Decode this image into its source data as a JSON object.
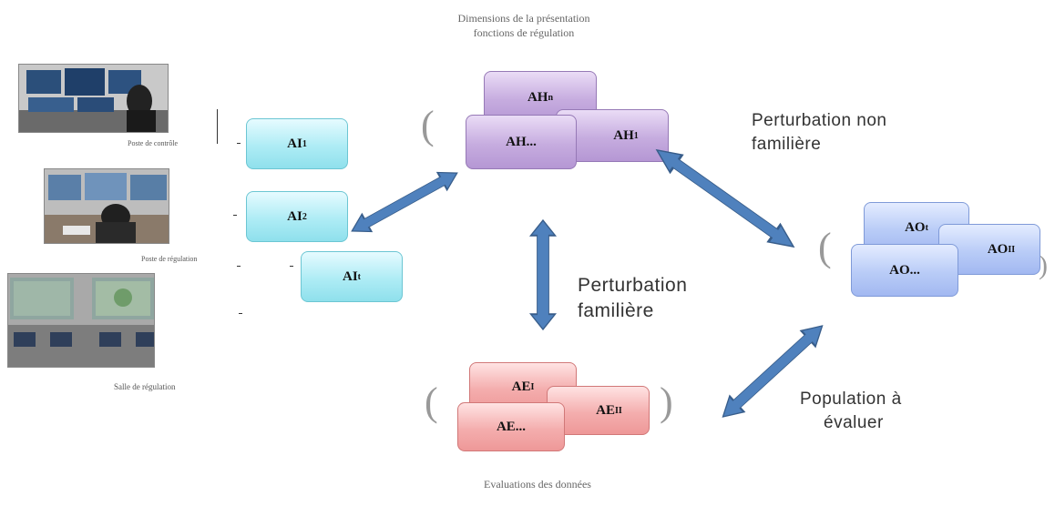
{
  "captions": {
    "top": [
      "Dimensions de la présentation",
      "fonctions de régulation"
    ],
    "bottom": "Evaluations des données"
  },
  "photo_captions": [
    "Poste de contrôle",
    "Poste de régulation",
    "Salle de régulation"
  ],
  "groups": {
    "ai": [
      "AI",
      "AI",
      "AI"
    ],
    "ai_sub": [
      "1",
      "2",
      "t"
    ],
    "ah": [
      "AH",
      "AH...",
      "AH"
    ],
    "ah_sub": [
      "n",
      "",
      "1"
    ],
    "ao": [
      "AO",
      "AO",
      "AO..."
    ],
    "ao_sub": [
      "t",
      "II",
      ""
    ],
    "ae": [
      "AE",
      "AE",
      "AE..."
    ],
    "ae_sub": [
      "I",
      "II",
      ""
    ]
  },
  "labels": {
    "perturbation_non_familiere": [
      "Perturbation non",
      "familière"
    ],
    "perturbation_familiere": [
      "Perturbation",
      "familière"
    ],
    "population_a_evaluer": [
      "Population à",
      "évaluer"
    ]
  },
  "colors": {
    "arrow": "#4f81bd",
    "arrow_stroke": "#385d8a"
  }
}
